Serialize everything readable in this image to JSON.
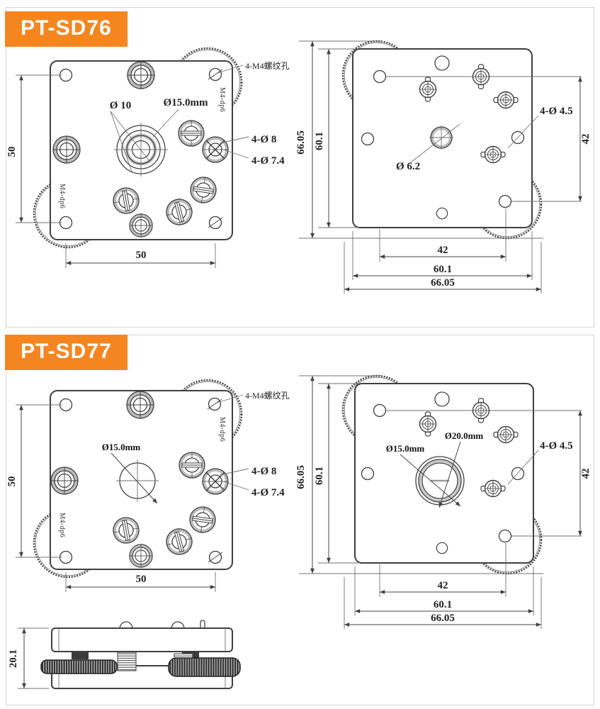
{
  "colors": {
    "accent": "#F5861F",
    "line": "#3f3f3f",
    "panel_border": "#d5d5d5",
    "ring_gray": "#bcbcbc"
  },
  "panels": [
    {
      "model": "PT-SD76",
      "front": {
        "thread_note": "4-M4螺纹孔",
        "m4_top": "M4-dp6",
        "m4_bottom": "M4-dp6",
        "dia_inner": "Ø 10",
        "dia_outer": "Ø15.0mm",
        "holes_label_1": "4-Ø 8",
        "holes_label_2": "4-Ø 7.4",
        "dim_left": "50",
        "dim_bottom": "50"
      },
      "back": {
        "dim_left_outer": "66.05",
        "dim_left_inner": "60.1",
        "dia_center": "Ø 6.2",
        "holes_label": "4-Ø 4.5",
        "dim_right": "42",
        "dim_bottom_1": "42",
        "dim_bottom_2": "60.1",
        "dim_bottom_3": "66.05"
      }
    },
    {
      "model": "PT-SD77",
      "front": {
        "thread_note": "4-M4螺纹孔",
        "m4_top": "M4-dp6",
        "m4_bottom": "M4-dp6",
        "dia_center": "Ø15.0mm",
        "holes_label_1": "4-Ø 8",
        "holes_label_2": "4-Ø 7.4",
        "dim_left": "50",
        "dim_bottom": "50"
      },
      "back": {
        "dim_left_outer": "66.05",
        "dim_left_inner": "60.1",
        "dia_outer": "Ø20.0mm",
        "dia_inner": "Ø15.0mm",
        "holes_label": "4-Ø 4.5",
        "dim_right": "42",
        "dim_bottom_1": "42",
        "dim_bottom_2": "60.1",
        "dim_bottom_3": "66.05"
      },
      "side": {
        "dim_height": "20.1"
      }
    }
  ]
}
